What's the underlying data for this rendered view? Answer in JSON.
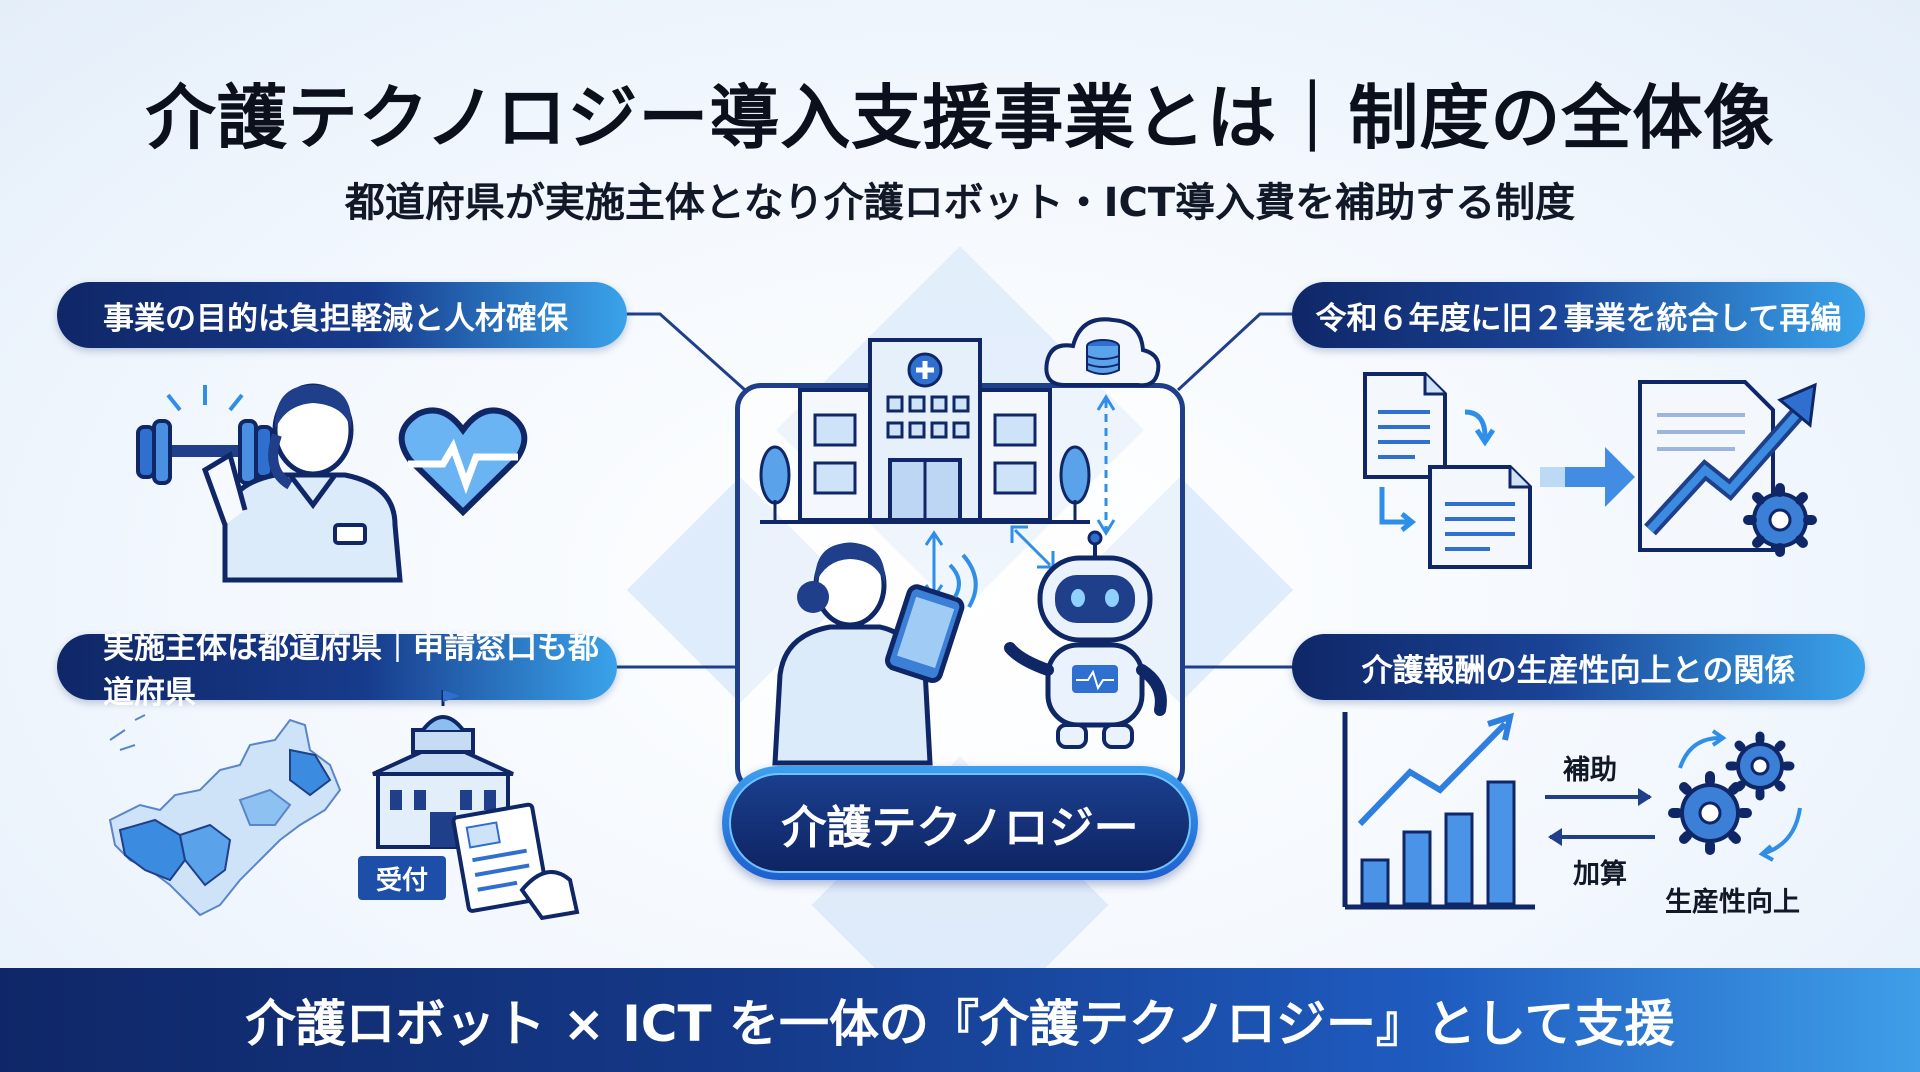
{
  "title": "介護テクノロジー導入支援事業とは｜制度の全体像",
  "subtitle": "都道府県が実施主体となり介護ロボット・ICT導入費を補助する制度",
  "panels": {
    "top_left": {
      "label": "事業の目的は負担軽減と人材確保"
    },
    "bottom_left": {
      "label": "実施主体は都道府県｜申請窓口も都道府県",
      "stamp": "受付"
    },
    "top_right": {
      "label": "令和６年度に旧２事業を統合して再編"
    },
    "bottom_right": {
      "label": "介護報酬の生産性向上との関係",
      "arrow_top": "補助",
      "arrow_bottom": "加算",
      "gear_caption": "生産性向上"
    }
  },
  "center": {
    "label": "介護テクノロジー"
  },
  "banner": "介護ロボット × ICT を一体の『介護テクノロジー』として支援",
  "colors": {
    "navy": "#0f2767",
    "accent": "#2f7fe0",
    "light": "#e8f2fd"
  },
  "icons": [
    "dumbbell-icon",
    "caregiver-icon",
    "heart-pulse-icon",
    "japan-map-icon",
    "government-building-icon",
    "application-form-icon",
    "hospital-building-icon",
    "cloud-database-icon",
    "nurse-with-tablet-icon",
    "care-robot-icon",
    "documents-merge-icon",
    "growth-chart-icon",
    "bar-chart-icon",
    "gears-icon"
  ]
}
